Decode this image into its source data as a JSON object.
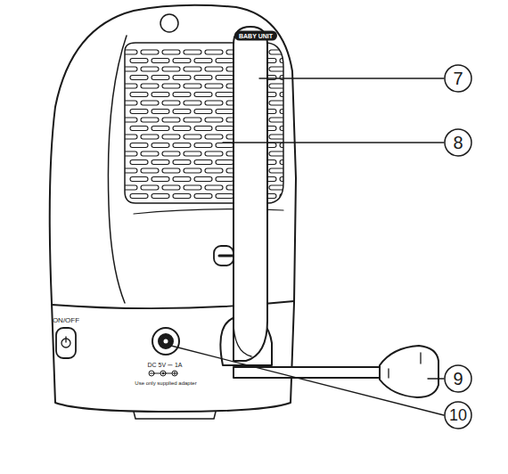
{
  "diagram": {
    "labels": [
      "BABY UNIT",
      "ON/OFF",
      "DC 5V ⎓ 1A",
      "Use only supplied adapter",
      "7",
      "8",
      "9",
      "10"
    ]
  }
}
